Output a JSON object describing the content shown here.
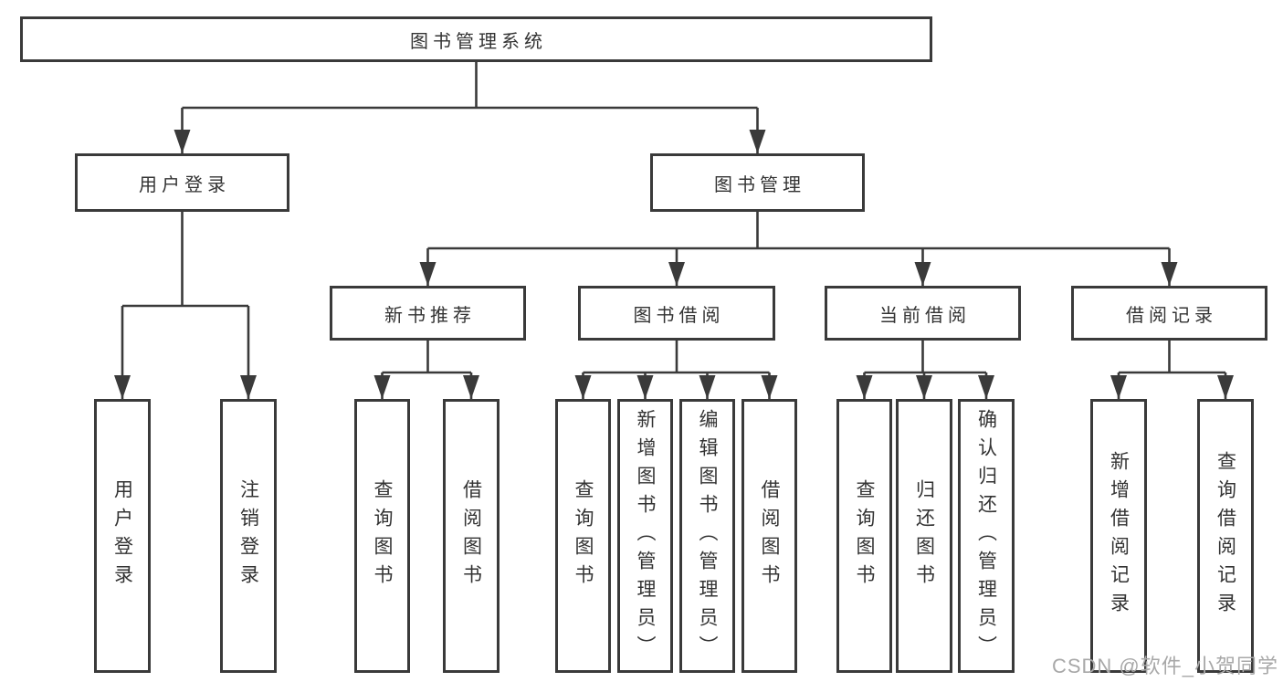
{
  "nodes": {
    "root": "图书管理系统",
    "user_login": "用户登录",
    "book_management": "图书管理",
    "new_book_recommend": "新书推荐",
    "book_borrow": "图书借阅",
    "current_borrow": "当前借阅",
    "borrow_records": "借阅记录",
    "leaf_user_login": "用户登录",
    "leaf_logout": "注销登录",
    "leaf_recommend_query": "查询图书",
    "leaf_recommend_borrow": "借阅图书",
    "leaf_borrow_query": "查询图书",
    "leaf_borrow_add": "新增图书（管理员）",
    "leaf_borrow_edit": "编辑图书（管理员）",
    "leaf_borrow_borrow": "借阅图书",
    "leaf_current_query": "查询图书",
    "leaf_current_return": "归还图书",
    "leaf_current_confirm": "确认归还（管理员）",
    "leaf_records_add": "新增借阅记录",
    "leaf_records_query": "查询借阅记录"
  },
  "watermark": "CSDN @软件_小贺同学",
  "colors": {
    "line": "#3a3a3a",
    "box_border": "#3a3a3a",
    "text": "#333333",
    "watermark": "#a8a8a8",
    "background": "#ffffff"
  }
}
